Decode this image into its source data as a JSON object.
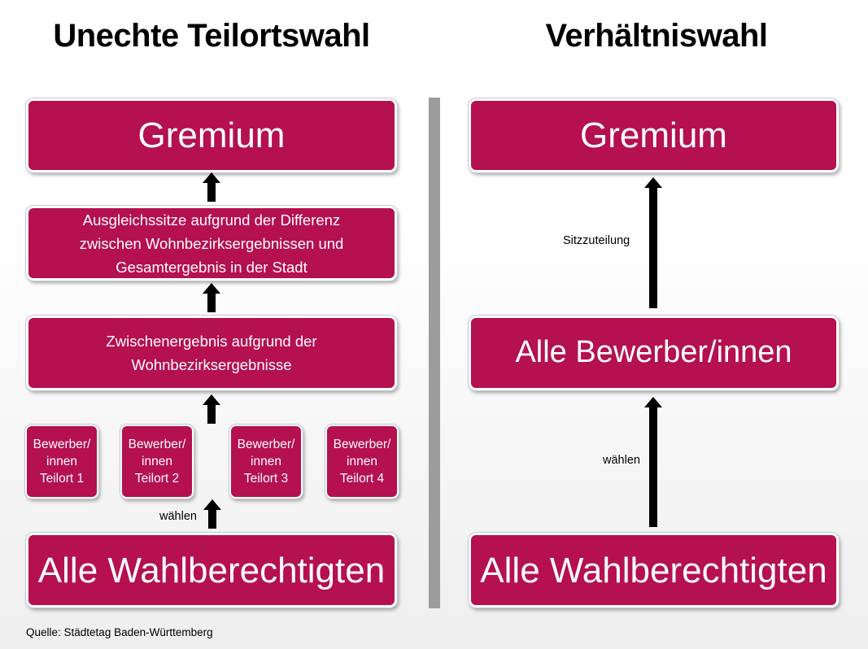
{
  "left": {
    "title": "Unechte Teilortswahl",
    "gremium": "Gremium",
    "ausgleich": {
      "lines": [
        "Ausgleichssitze aufgrund der Differenz",
        "zwischen Wohnbezirksergebnissen und",
        "Gesamtergebnis in der Stadt"
      ]
    },
    "zwischen": {
      "lines": [
        "Zwischenergebnis aufgrund der",
        "Wohnbezirksergebnisse"
      ]
    },
    "teilorte": [
      {
        "lines": [
          "Bewerber/",
          "innen",
          "Teilort 1"
        ]
      },
      {
        "lines": [
          "Bewerber/",
          "innen",
          "Teilort 2"
        ]
      },
      {
        "lines": [
          "Bewerber/",
          "innen",
          "Teilort 3"
        ]
      },
      {
        "lines": [
          "Bewerber/",
          "innen",
          "Teilort 4"
        ]
      }
    ],
    "waehlen_label": "wählen",
    "wahlberechtigte": "Alle Wahlberechtigten"
  },
  "right": {
    "title": "Verhältniswahl",
    "gremium": "Gremium",
    "sitz_label": "Sitzzuteilung",
    "bewerber": "Alle Bewerber/innen",
    "waehlen_label": "wählen",
    "wahlberechtigte": "Alle Wahlberechtigten"
  },
  "source": "Quelle:  Städtetag Baden-Württemberg",
  "colors": {
    "box_fill": "#b5104f",
    "box_text": "#ffffff",
    "arrow": "#000000",
    "divider": "#9c9c9c"
  }
}
